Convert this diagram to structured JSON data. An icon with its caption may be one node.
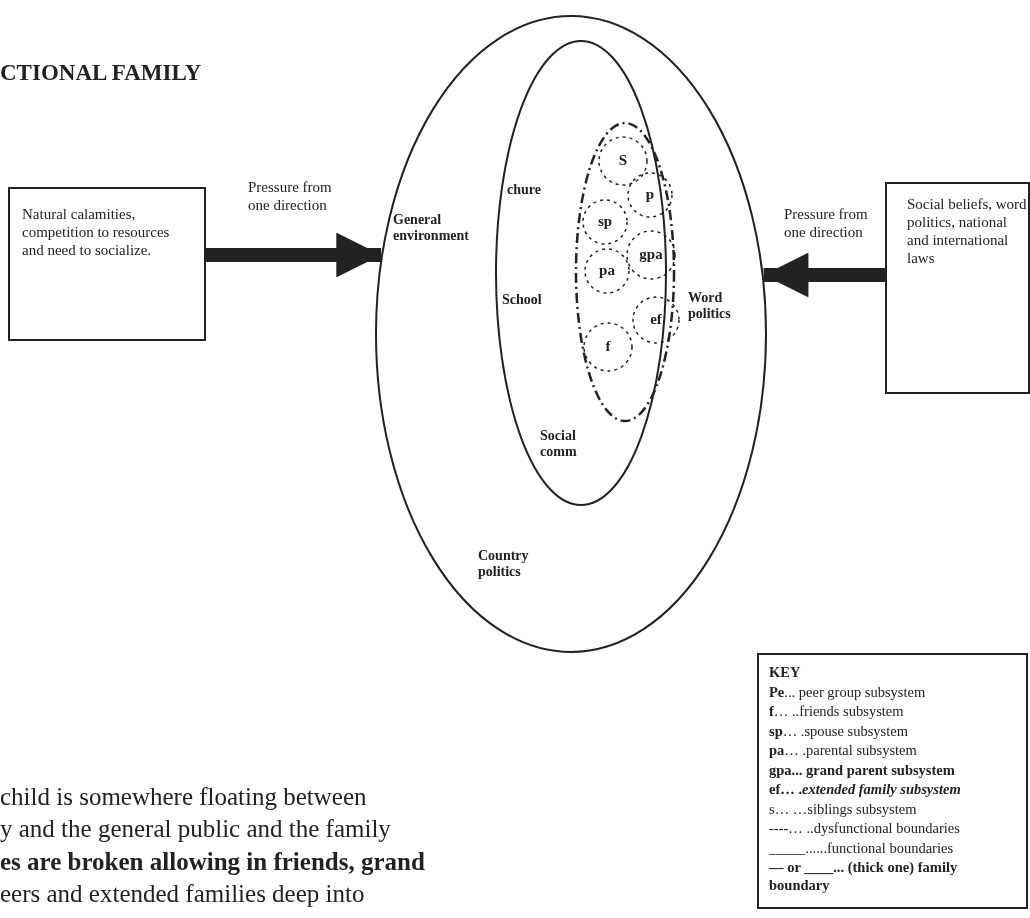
{
  "diagram": {
    "title": "CTIONAL FAMILY",
    "nodes": [
      {
        "text": [
          "Natural calamities, competition to resources and need to socialize."
        ]
      },
      {
        "text": [
          "General environment",
          "Word politics",
          "Country politics"
        ]
      },
      {
        "text": [
          "chure",
          "School",
          "Social comm"
        ],
        "in": 1
      },
      {
        "text": [],
        "shape": "ellipse",
        "in": 2
      },
      {
        "text": [
          "S"
        ],
        "in": 3
      },
      {
        "text": [
          "p"
        ],
        "in": 3
      },
      {
        "text": [
          "sp"
        ],
        "in": 3
      },
      {
        "text": [
          "gpa"
        ],
        "in": 3
      },
      {
        "text": [
          "pa"
        ],
        "in": 3
      },
      {
        "text": [
          "ef"
        ],
        "in": 3
      },
      {
        "text": [
          "f"
        ],
        "in": 3
      },
      {
        "text": [
          "Social beliefs, word politics, national and international laws"
        ]
      }
    ],
    "edges": [
      {
        "from": 0,
        "to": 1,
        "arrow": "to",
        "label": "Pressure from one direction"
      },
      {
        "from": 11,
        "to": 1,
        "arrow": "to",
        "label": "Pressure from one direction"
      }
    ],
    "labels": [
      "KEY",
      "**Pe**... peer group subsystem",
      "**f**… ..friends subsystem",
      "**sp**… .spouse subsystem",
      "**pa**… .parental subsystem",
      "gpa... grand parent subsystem",
      "**ef**… .*extended family subsystem*",
      "s… …siblings subsystem",
      "----… ..dysfunctional boundaries",
      "_____......functional boundaries",
      "— or ____... (thick one) family boundary",
      "child is somewhere floating between",
      "y and the general public and the family",
      "es are broken allowing in friends, grand",
      "eers and extended families deep into"
    ]
  }
}
